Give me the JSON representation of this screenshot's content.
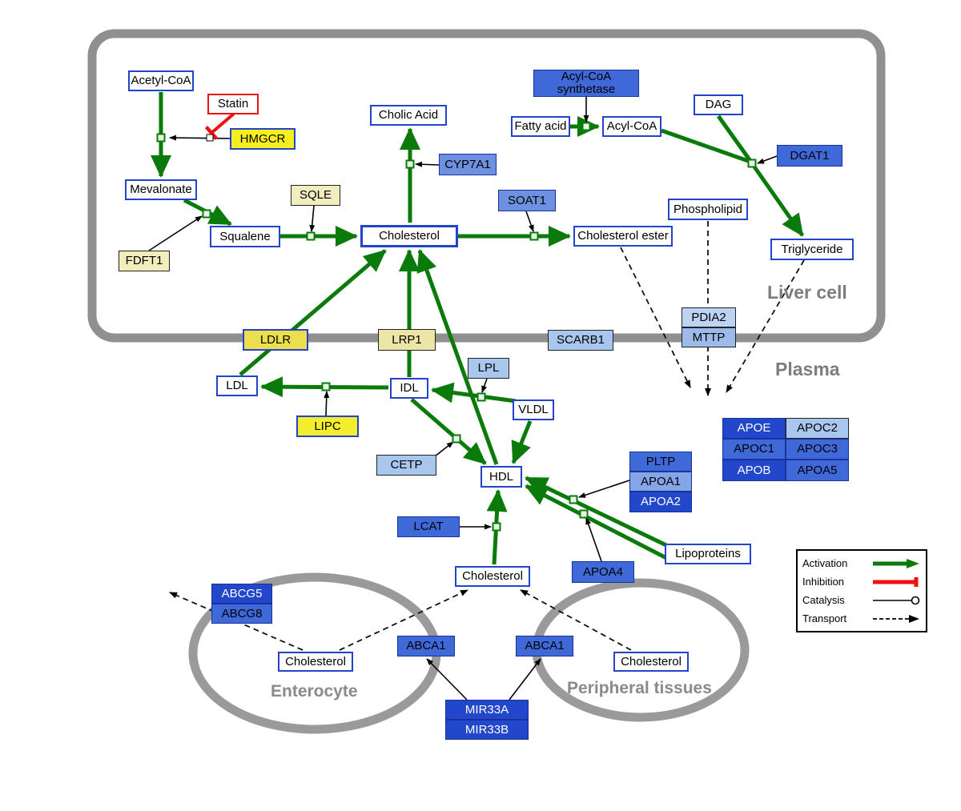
{
  "compartments": {
    "liver": "Liver cell",
    "plasma": "Plasma",
    "enterocyte": "Enterocyte",
    "peripheral": "Peripheral tissues"
  },
  "nodes": {
    "acetyl_coa": {
      "label": "Acetyl-CoA"
    },
    "statin": {
      "label": "Statin"
    },
    "hmgcr": {
      "label": "HMGCR"
    },
    "mevalonate": {
      "label": "Mevalonate"
    },
    "sqle": {
      "label": "SQLE"
    },
    "fdft1": {
      "label": "FDFT1"
    },
    "squalene": {
      "label": "Squalene"
    },
    "cholesterol_liver": {
      "label": "Cholesterol"
    },
    "cholic_acid": {
      "label": "Cholic Acid"
    },
    "cyp7a1": {
      "label": "CYP7A1"
    },
    "soat1": {
      "label": "SOAT1"
    },
    "cholesterol_ester": {
      "label": "Cholesterol ester"
    },
    "acyl_coa_synthetase": {
      "label": "Acyl-CoA synthetase"
    },
    "fatty_acid": {
      "label": "Fatty acid"
    },
    "acyl_coa": {
      "label": "Acyl-CoA"
    },
    "dag": {
      "label": "DAG"
    },
    "dgat1": {
      "label": "DGAT1"
    },
    "phospholipid": {
      "label": "Phospholipid"
    },
    "triglyceride": {
      "label": "Triglyceride"
    },
    "pdia2": {
      "label": "PDIA2"
    },
    "mttp": {
      "label": "MTTP"
    },
    "ldlr": {
      "label": "LDLR"
    },
    "lrp1": {
      "label": "LRP1"
    },
    "scarb1": {
      "label": "SCARB1"
    },
    "ldl": {
      "label": "LDL"
    },
    "idl": {
      "label": "IDL"
    },
    "lpl": {
      "label": "LPL"
    },
    "vldl": {
      "label": "VLDL"
    },
    "lipc": {
      "label": "LIPC"
    },
    "cetp": {
      "label": "CETP"
    },
    "hdl": {
      "label": "HDL"
    },
    "pltp": {
      "label": "PLTP"
    },
    "apoa1": {
      "label": "APOA1"
    },
    "apoa2": {
      "label": "APOA2"
    },
    "apoe": {
      "label": "APOE"
    },
    "apoc2": {
      "label": "APOC2"
    },
    "apoc1": {
      "label": "APOC1"
    },
    "apoc3": {
      "label": "APOC3"
    },
    "apob": {
      "label": "APOB"
    },
    "apoa5": {
      "label": "APOA5"
    },
    "lcat": {
      "label": "LCAT"
    },
    "cholesterol_plasma": {
      "label": "Cholesterol"
    },
    "apoa4": {
      "label": "APOA4"
    },
    "lipoproteins": {
      "label": "Lipoproteins"
    },
    "abcg5": {
      "label": "ABCG5"
    },
    "abcg8": {
      "label": "ABCG8"
    },
    "cholesterol_enterocyte": {
      "label": "Cholesterol"
    },
    "abca1_left": {
      "label": "ABCA1"
    },
    "abca1_right": {
      "label": "ABCA1"
    },
    "cholesterol_peripheral": {
      "label": "Cholesterol"
    },
    "mir33a": {
      "label": "MIR33A"
    },
    "mir33b": {
      "label": "MIR33B"
    }
  },
  "legend": {
    "activation": "Activation",
    "inhibition": "Inhibition",
    "catalysis": "Catalysis",
    "transport": "Transport"
  },
  "colors": {
    "activation_green": "#0a7a0a",
    "inhibition_red": "#ee1111",
    "membrane_gray": "#909090",
    "metabolite_border_blue": "#2244cc",
    "gene_dark_blue": "#2347cb",
    "gene_medium_blue": "#3f68d8",
    "gene_light_blue": "#a9c6ef",
    "enzyme_yellow": "#f7ee1e",
    "enzyme_pale_yellow": "#f2edbd"
  }
}
